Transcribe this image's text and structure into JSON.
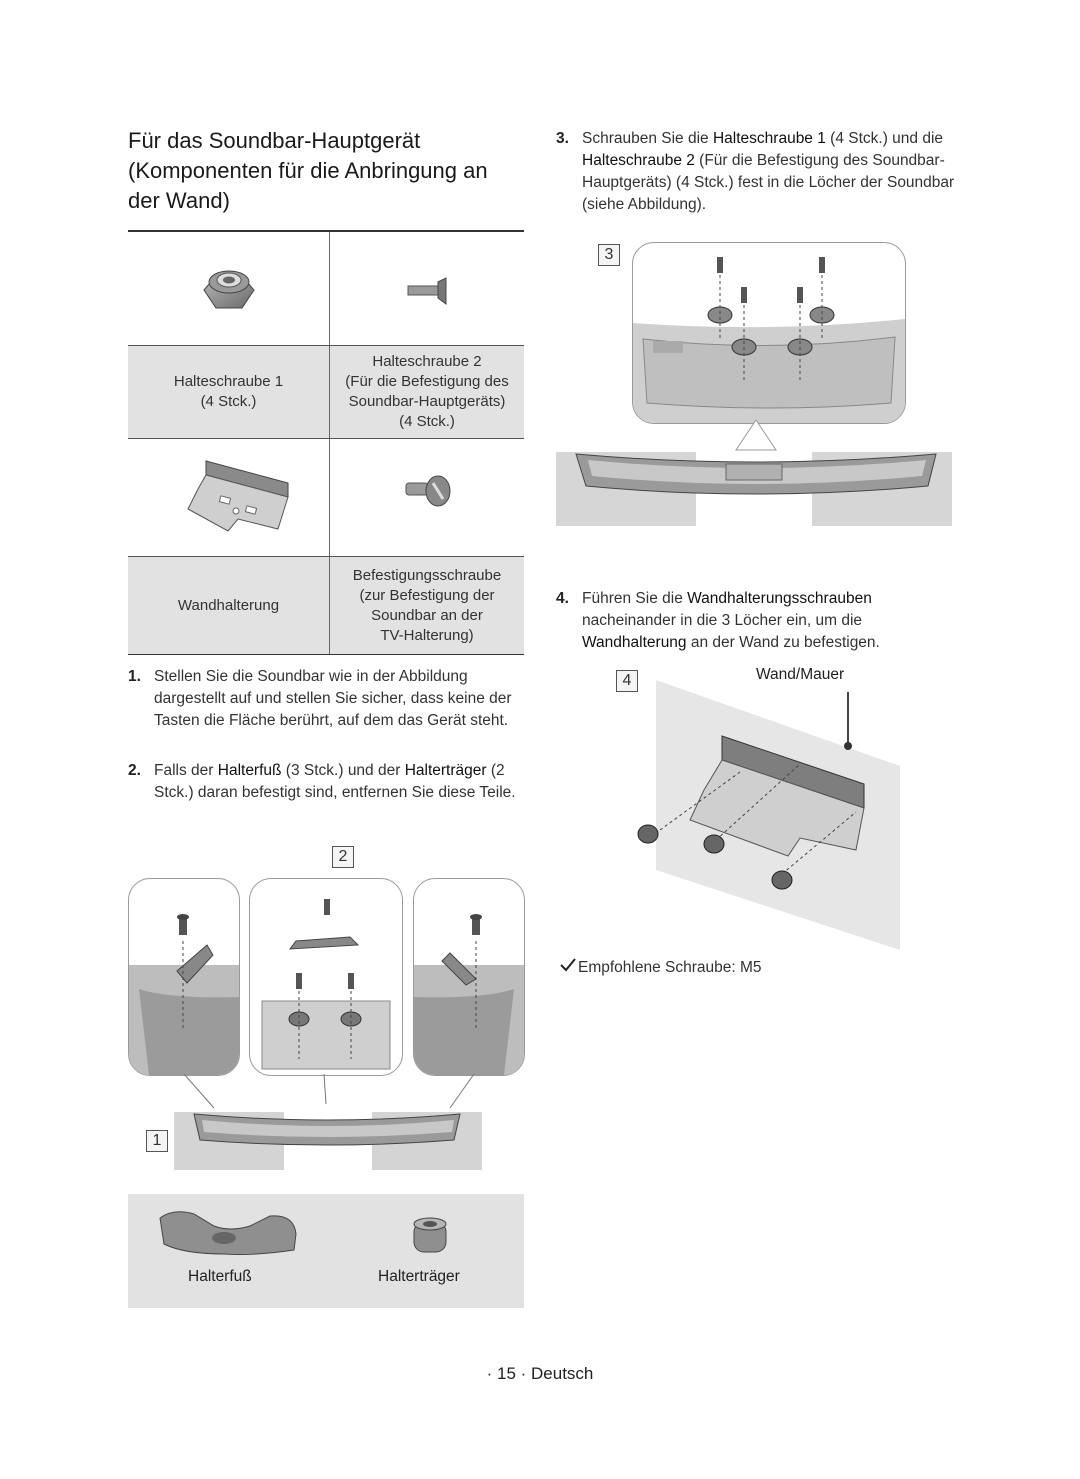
{
  "title_lines": [
    "Für das Soundbar-Hauptgerät",
    "(Komponenten für die Anbringung an",
    "der Wand)"
  ],
  "parts_table": {
    "row1": {
      "left": [
        "Halteschraube 1",
        "(4 Stck.)"
      ],
      "right": [
        "Halteschraube 2",
        "(Für die Befestigung des",
        "Soundbar-Hauptgeräts)",
        "(4 Stck.)"
      ]
    },
    "row2": {
      "left": [
        "Wandhalterung"
      ],
      "right": [
        "Befestigungsschraube",
        "(zur Befestigung der",
        "Soundbar an der",
        "TV-Halterung)"
      ]
    }
  },
  "steps": {
    "s1": {
      "num": "1.",
      "text": "Stellen Sie die Soundbar wie in der Abbildung dargestellt auf und stellen Sie sicher, dass keine der Tasten die Fläche berührt, auf dem das Gerät steht."
    },
    "s2": {
      "num": "2.",
      "p1": "Falls der ",
      "b1": "Halterfuß",
      "p2": " (3 Stck.) und der ",
      "b2": "Halterträger",
      "p3": " (2 Stck.) daran befestigt sind, entfernen Sie diese Teile."
    },
    "s3": {
      "num": "3.",
      "p1": "Schrauben Sie die ",
      "b1": "Halteschraube 1",
      "p2": " (4 Stck.) und die ",
      "b2": "Halteschraube 2",
      "p3": " (Für die Befestigung des Soundbar-Hauptgeräts) (4 Stck.) fest in die Löcher der Soundbar (siehe Abbildung)."
    },
    "s4": {
      "num": "4.",
      "p1": "Führen Sie die ",
      "b1": "Wandhalterungsschrauben",
      "p2": " nacheinander in die 3 Löcher ein, um die ",
      "b2": "Wandhalterung",
      "p3": " an der Wand zu befestigen."
    }
  },
  "figure_numbers": {
    "n1": "1",
    "n2": "2",
    "n3": "3",
    "n4": "4"
  },
  "parts_strip": {
    "left": "Halterfuß",
    "right": "Halterträger"
  },
  "wall_label": "Wand/Mauer",
  "note": "Empfohlene Schraube: M5",
  "footer": "· 15 · Deutsch"
}
